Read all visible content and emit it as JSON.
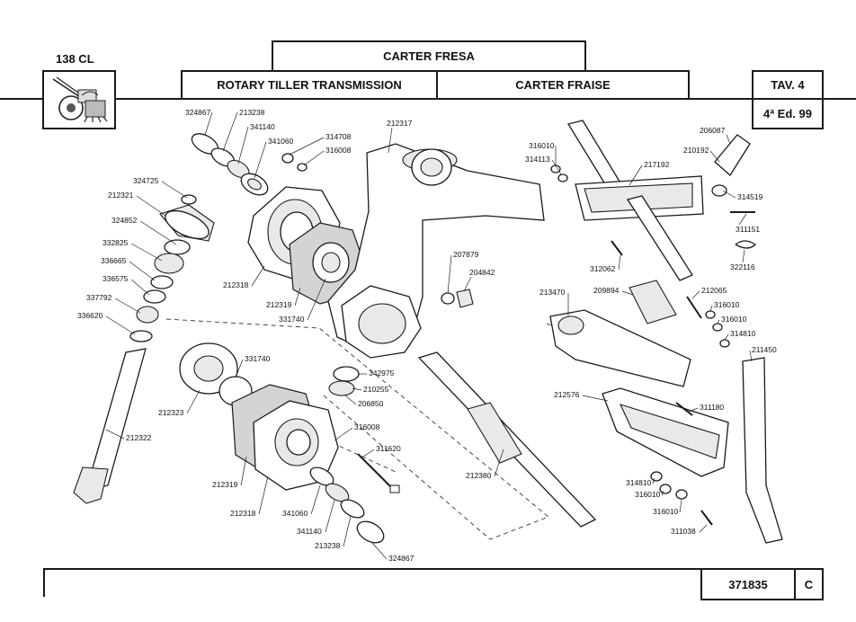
{
  "header": {
    "model": "138 CL",
    "title_it": "CARTER FRESA",
    "title_en": "ROTARY TILLER TRANSMISSION",
    "title_fr": "CARTER FRAISE",
    "table": "TAV. 4",
    "edition": "4ª Ed. 99"
  },
  "footer": {
    "code": "371835",
    "rev": "C"
  },
  "thumbnail": {
    "icon": "rotary-tiller-machine-icon"
  },
  "part_labels": [
    "324867",
    "213238",
    "341140",
    "341060",
    "314708",
    "316008",
    "212317",
    "316010",
    "314113",
    "217192",
    "206087",
    "210192",
    "314519",
    "311151",
    "322116",
    "324725",
    "212321",
    "324852",
    "332825",
    "336665",
    "336575",
    "337792",
    "336620",
    "212318",
    "212319",
    "331740",
    "207879",
    "204842",
    "342975",
    "210255",
    "206850",
    "212322",
    "212323",
    "331740",
    "316008",
    "311620",
    "212319",
    "212318",
    "341060",
    "341140",
    "213238",
    "324867",
    "212380",
    "213470",
    "209894",
    "212065",
    "316010",
    "316010",
    "314810",
    "211450",
    "212576",
    "311180",
    "314810",
    "316010",
    "316010",
    "311038",
    "312062"
  ]
}
